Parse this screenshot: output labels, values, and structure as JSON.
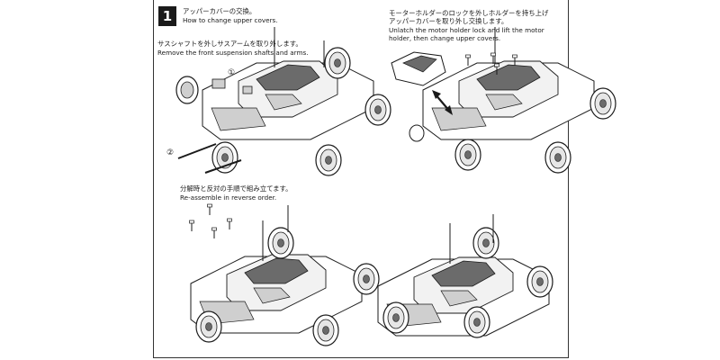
{
  "step": {
    "number": "1",
    "title_jp": "アッパーカバーの交換。",
    "title_en": "How to change upper covers."
  },
  "panels": {
    "left_top": {
      "caption_jp": "サスシャフトを外しサスアームを取り外します。",
      "caption_en": "Remove the front suspension shafts and arms.",
      "markers": [
        "①",
        "②"
      ]
    },
    "right_top": {
      "caption_jp_line1": "モーターホルダーのロックを外しホルダーを持ち上げ",
      "caption_jp_line2": "アッパーカバーを取り外し交換します。",
      "caption_en_line1": "Unlatch the motor holder lock and lift the motor",
      "caption_en_line2": "holder, then change upper covers."
    },
    "bottom": {
      "caption_jp": "分解時と反対の手順で組み立てます。",
      "caption_en": "Re-assemble in reverse order."
    }
  },
  "colors": {
    "line": "#1a1a1a",
    "shade": "#6b6b6b",
    "light": "#cfcfcf",
    "frame": "#333333"
  }
}
